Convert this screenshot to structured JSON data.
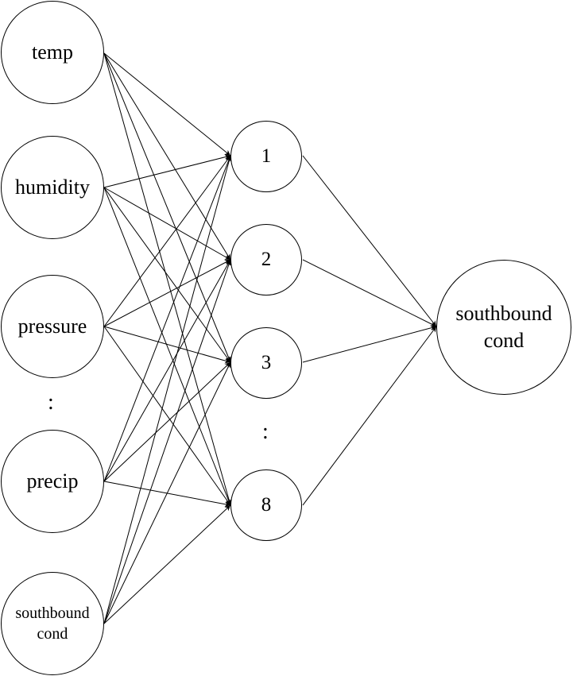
{
  "diagram": {
    "input_nodes": [
      {
        "label_lines": [
          "temp"
        ]
      },
      {
        "label_lines": [
          "humidity"
        ]
      },
      {
        "label_lines": [
          "pressure"
        ]
      },
      {
        "label_lines": [
          "precip"
        ]
      },
      {
        "label_lines": [
          "southbound",
          "cond"
        ]
      }
    ],
    "input_ellipsis": ":",
    "hidden_nodes": [
      {
        "label_lines": [
          "1"
        ]
      },
      {
        "label_lines": [
          "2"
        ]
      },
      {
        "label_lines": [
          "3"
        ]
      },
      {
        "label_lines": [
          "8"
        ]
      }
    ],
    "hidden_ellipsis": ":",
    "output_node": {
      "label_lines": [
        "southbound",
        "cond"
      ]
    },
    "colors": {
      "stroke": "#000000",
      "fill": "#ffffff"
    }
  }
}
